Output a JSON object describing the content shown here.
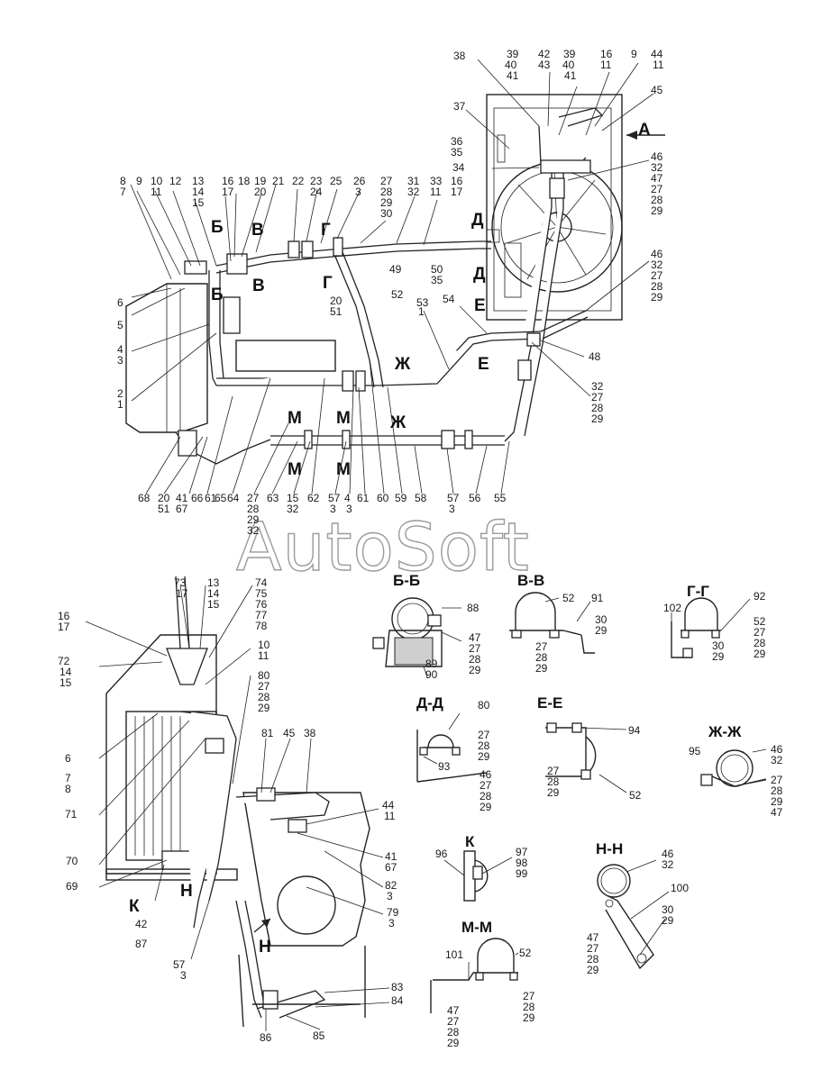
{
  "watermark": "AutoSoft",
  "view_a": {
    "letter": "А"
  },
  "top_labels": [
    {
      "id": "t38",
      "text": "38"
    },
    {
      "id": "t39",
      "text": "39"
    },
    {
      "id": "t40",
      "text": "40"
    },
    {
      "id": "t41",
      "text": "41"
    },
    {
      "id": "t42",
      "text": "42"
    },
    {
      "id": "t43",
      "text": "43"
    },
    {
      "id": "t39b",
      "text": "39"
    },
    {
      "id": "t40b",
      "text": "40"
    },
    {
      "id": "t41b",
      "text": "41"
    },
    {
      "id": "t16",
      "text": "16"
    },
    {
      "id": "t11",
      "text": "11"
    },
    {
      "id": "t9",
      "text": "9"
    },
    {
      "id": "t44",
      "text": "44"
    },
    {
      "id": "t11b",
      "text": "11"
    },
    {
      "id": "t45",
      "text": "45"
    },
    {
      "id": "t37",
      "text": "37"
    },
    {
      "id": "t36",
      "text": "36"
    },
    {
      "id": "t35",
      "text": "35"
    },
    {
      "id": "t34",
      "text": "34"
    },
    {
      "id": "t46",
      "text": "46"
    },
    {
      "id": "t32",
      "text": "32"
    },
    {
      "id": "t47",
      "text": "47"
    },
    {
      "id": "t27",
      "text": "27"
    },
    {
      "id": "t28",
      "text": "28"
    },
    {
      "id": "t29",
      "text": "29"
    },
    {
      "id": "l8",
      "text": "8"
    },
    {
      "id": "l7",
      "text": "7"
    },
    {
      "id": "l9",
      "text": "9"
    },
    {
      "id": "l10",
      "text": "10"
    },
    {
      "id": "l11",
      "text": "11"
    },
    {
      "id": "l12",
      "text": "12"
    },
    {
      "id": "l13",
      "text": "13"
    },
    {
      "id": "l14",
      "text": "14"
    },
    {
      "id": "l15",
      "text": "15"
    },
    {
      "id": "l16",
      "text": "16"
    },
    {
      "id": "l17",
      "text": "17"
    },
    {
      "id": "l18",
      "text": "18"
    },
    {
      "id": "l19",
      "text": "19"
    },
    {
      "id": "l20",
      "text": "20"
    },
    {
      "id": "l21",
      "text": "21"
    },
    {
      "id": "l22",
      "text": "22"
    },
    {
      "id": "l23",
      "text": "23"
    },
    {
      "id": "l24",
      "text": "24"
    },
    {
      "id": "l25",
      "text": "25"
    },
    {
      "id": "l26",
      "text": "26"
    },
    {
      "id": "l3",
      "text": "3"
    },
    {
      "id": "l27",
      "text": "27"
    },
    {
      "id": "l28",
      "text": "28"
    },
    {
      "id": "l29",
      "text": "29"
    },
    {
      "id": "l30",
      "text": "30"
    },
    {
      "id": "l31",
      "text": "31"
    },
    {
      "id": "l32",
      "text": "32"
    },
    {
      "id": "l33",
      "text": "33"
    },
    {
      "id": "l11c",
      "text": "11"
    },
    {
      "id": "l16c",
      "text": "16"
    },
    {
      "id": "l17c",
      "text": "17"
    },
    {
      "id": "l49",
      "text": "49"
    },
    {
      "id": "l50",
      "text": "50"
    },
    {
      "id": "l35",
      "text": "35"
    },
    {
      "id": "l6",
      "text": "6"
    },
    {
      "id": "l5",
      "text": "5"
    },
    {
      "id": "l4",
      "text": "4"
    },
    {
      "id": "l3b",
      "text": "3"
    },
    {
      "id": "l2",
      "text": "2"
    },
    {
      "id": "l1",
      "text": "1"
    },
    {
      "id": "l20b",
      "text": "20"
    },
    {
      "id": "l51",
      "text": "51"
    },
    {
      "id": "l52",
      "text": "52"
    },
    {
      "id": "l53",
      "text": "53"
    },
    {
      "id": "l1b",
      "text": "1"
    },
    {
      "id": "l54",
      "text": "54"
    },
    {
      "id": "r46",
      "text": "46"
    },
    {
      "id": "r32",
      "text": "32"
    },
    {
      "id": "r27",
      "text": "27"
    },
    {
      "id": "r28",
      "text": "28"
    },
    {
      "id": "r29",
      "text": "29"
    },
    {
      "id": "r48",
      "text": "48"
    },
    {
      "id": "r32b",
      "text": "32"
    },
    {
      "id": "r27b",
      "text": "27"
    },
    {
      "id": "r28b",
      "text": "28"
    },
    {
      "id": "r29b",
      "text": "29"
    }
  ],
  "bottom_row_labels": [
    {
      "id": "b68",
      "text": "68"
    },
    {
      "id": "b20",
      "text": "20"
    },
    {
      "id": "b51",
      "text": "51"
    },
    {
      "id": "b41",
      "text": "41"
    },
    {
      "id": "b67",
      "text": "67"
    },
    {
      "id": "b66",
      "text": "66"
    },
    {
      "id": "b61",
      "text": "61"
    },
    {
      "id": "b65",
      "text": "65"
    },
    {
      "id": "b64",
      "text": "64"
    },
    {
      "id": "b27",
      "text": "27"
    },
    {
      "id": "b28",
      "text": "28"
    },
    {
      "id": "b29",
      "text": "29"
    },
    {
      "id": "b32",
      "text": "32"
    },
    {
      "id": "b63",
      "text": "63"
    },
    {
      "id": "b15",
      "text": "15"
    },
    {
      "id": "b32b",
      "text": "32"
    },
    {
      "id": "b62",
      "text": "62"
    },
    {
      "id": "b57",
      "text": "57"
    },
    {
      "id": "b3",
      "text": "3"
    },
    {
      "id": "b4",
      "text": "4"
    },
    {
      "id": "b3b",
      "text": "3"
    },
    {
      "id": "b61b",
      "text": "61"
    },
    {
      "id": "b60",
      "text": "60"
    },
    {
      "id": "b59",
      "text": "59"
    },
    {
      "id": "b58",
      "text": "58"
    },
    {
      "id": "b57b",
      "text": "57"
    },
    {
      "id": "b3c",
      "text": "3"
    },
    {
      "id": "b56",
      "text": "56"
    },
    {
      "id": "b55",
      "text": "55"
    }
  ],
  "section_letters": [
    {
      "id": "sB1",
      "text": "Б"
    },
    {
      "id": "sB2",
      "text": "Б"
    },
    {
      "id": "sV1",
      "text": "В"
    },
    {
      "id": "sV2",
      "text": "В"
    },
    {
      "id": "sG1",
      "text": "Г"
    },
    {
      "id": "sG2",
      "text": "Г"
    },
    {
      "id": "sD1",
      "text": "Д"
    },
    {
      "id": "sD2",
      "text": "Д"
    },
    {
      "id": "sE1",
      "text": "Е"
    },
    {
      "id": "sE2",
      "text": "Е"
    },
    {
      "id": "sZh1",
      "text": "Ж"
    },
    {
      "id": "sZh2",
      "text": "Ж"
    },
    {
      "id": "sM1",
      "text": "М"
    },
    {
      "id": "sM2",
      "text": "М"
    },
    {
      "id": "sM3",
      "text": "М"
    },
    {
      "id": "sM4",
      "text": "М"
    }
  ],
  "details": {
    "bb": {
      "title": "Б-Б",
      "labels": [
        "88",
        "47",
        "27",
        "28",
        "29",
        "89",
        "90"
      ]
    },
    "vv": {
      "title": "В-В",
      "labels": [
        "52",
        "91",
        "30",
        "29",
        "27",
        "28",
        "29"
      ]
    },
    "gg": {
      "title": "Г-Г",
      "labels": [
        "92",
        "102",
        "52",
        "27",
        "28",
        "29",
        "30",
        "29"
      ]
    },
    "dd": {
      "title": "Д-Д",
      "labels": [
        "80",
        "27",
        "28",
        "29",
        "93",
        "46",
        "27",
        "28",
        "29"
      ]
    },
    "ee": {
      "title": "Е-Е",
      "labels": [
        "94",
        "27",
        "28",
        "29",
        "52"
      ]
    },
    "zhzh": {
      "title": "Ж-Ж",
      "labels": [
        "95",
        "46",
        "32",
        "27",
        "28",
        "29",
        "47"
      ]
    },
    "k": {
      "title": "К",
      "labels": [
        "96",
        "97",
        "98",
        "99"
      ]
    },
    "nn": {
      "title": "Н-Н",
      "labels": [
        "46",
        "32",
        "100",
        "30",
        "29",
        "47",
        "27",
        "28",
        "29"
      ]
    },
    "mm": {
      "title": "М-М",
      "labels": [
        "101",
        "52",
        "47",
        "27",
        "28",
        "29",
        "27",
        "28",
        "29"
      ]
    }
  },
  "view_k_labels": [
    {
      "id": "k73",
      "text": "73"
    },
    {
      "id": "k17",
      "text": "17"
    },
    {
      "id": "k13",
      "text": "13"
    },
    {
      "id": "k14",
      "text": "14"
    },
    {
      "id": "k15",
      "text": "15"
    },
    {
      "id": "k74",
      "text": "74"
    },
    {
      "id": "k75",
      "text": "75"
    },
    {
      "id": "k76",
      "text": "76"
    },
    {
      "id": "k77",
      "text": "77"
    },
    {
      "id": "k78",
      "text": "78"
    },
    {
      "id": "k16",
      "text": "16"
    },
    {
      "id": "k17b",
      "text": "17"
    },
    {
      "id": "k72",
      "text": "72"
    },
    {
      "id": "k14b",
      "text": "14"
    },
    {
      "id": "k15b",
      "text": "15"
    },
    {
      "id": "k10",
      "text": "10"
    },
    {
      "id": "k11",
      "text": "11"
    },
    {
      "id": "k80",
      "text": "80"
    },
    {
      "id": "k27",
      "text": "27"
    },
    {
      "id": "k28",
      "text": "28"
    },
    {
      "id": "k29",
      "text": "29"
    },
    {
      "id": "k6",
      "text": "6"
    },
    {
      "id": "k7",
      "text": "7"
    },
    {
      "id": "k8",
      "text": "8"
    },
    {
      "id": "k71",
      "text": "71"
    },
    {
      "id": "k81",
      "text": "81"
    },
    {
      "id": "k45",
      "text": "45"
    },
    {
      "id": "k38",
      "text": "38"
    },
    {
      "id": "k70",
      "text": "70"
    },
    {
      "id": "k44",
      "text": "44"
    },
    {
      "id": "k11c",
      "text": "11"
    },
    {
      "id": "k69",
      "text": "69"
    },
    {
      "id": "k41",
      "text": "41"
    },
    {
      "id": "k67",
      "text": "67"
    },
    {
      "id": "k82",
      "text": "82"
    },
    {
      "id": "k3",
      "text": "3"
    },
    {
      "id": "k79",
      "text": "79"
    },
    {
      "id": "k3b",
      "text": "3"
    },
    {
      "id": "k42",
      "text": "42"
    },
    {
      "id": "k87",
      "text": "87"
    },
    {
      "id": "k57",
      "text": "57"
    },
    {
      "id": "k3c",
      "text": "3"
    },
    {
      "id": "k83",
      "text": "83"
    },
    {
      "id": "k84",
      "text": "84"
    },
    {
      "id": "k86",
      "text": "86"
    },
    {
      "id": "k85",
      "text": "85"
    },
    {
      "id": "kK",
      "text": "К"
    },
    {
      "id": "kN1",
      "text": "Н"
    },
    {
      "id": "kN2",
      "text": "Н"
    }
  ]
}
